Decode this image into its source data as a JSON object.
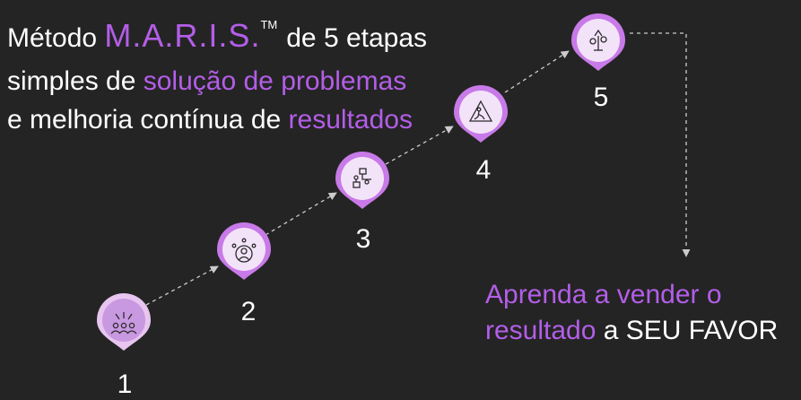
{
  "heading": {
    "line1_prefix": "Método",
    "brand": "M.A.R.I.S.",
    "trademark": "TM",
    "line1_suffix": "de 5 etapas",
    "line2_prefix": "simples de",
    "line2_accent": "solução de problemas",
    "line3_prefix": "e melhoria contínua de",
    "line3_accent": "resultados"
  },
  "steps": [
    {
      "number": "1",
      "icon": "people-ideas-icon"
    },
    {
      "number": "2",
      "icon": "person-network-icon"
    },
    {
      "number": "3",
      "icon": "process-flow-icon"
    },
    {
      "number": "4",
      "icon": "warning-sign-icon"
    },
    {
      "number": "5",
      "icon": "growth-tree-icon"
    }
  ],
  "cta": {
    "line1": "Aprenda a vender o",
    "line2_accent": "resultado",
    "line2_suffix": "a SEU FAVOR"
  },
  "colors": {
    "background": "#242424",
    "accent": "#b35ee8",
    "pin_light": "#e8c5ef",
    "connector": "#cccccc",
    "text": "#ffffff"
  }
}
